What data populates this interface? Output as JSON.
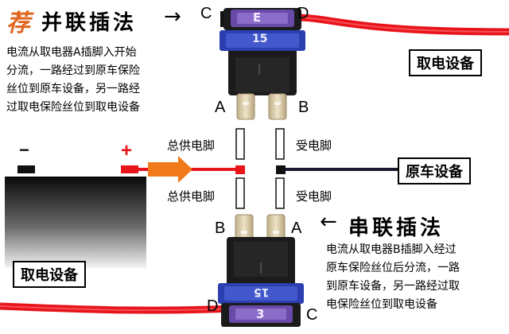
{
  "top": {
    "recommend_char": "荐",
    "title": "并联插法",
    "arrow": "→",
    "desc_lines": [
      "电流从取电器A插脚入开始",
      "分流，一路经过到原车保险",
      "丝位到原车设备，另一路经",
      "过取电保险丝位到取电设备"
    ],
    "device_label": "取电设备",
    "fuse_top_text": "E",
    "fuse_bottom_text": "15",
    "letter_c": "C",
    "letter_d": "D",
    "letter_a": "A",
    "letter_b": "B"
  },
  "middle": {
    "label_supply_top": "总供电脚",
    "label_receive_top": "受电脚",
    "label_supply_bottom": "总供电脚",
    "label_receive_bottom": "受电脚",
    "original_device_label": "原车设备",
    "minus": "−",
    "plus": "+"
  },
  "bottom": {
    "title": "串联插法",
    "arrow": "←",
    "desc_lines": [
      "电流从取电器B插脚入经过",
      "原车保险丝位后分流，一路",
      "到原车设备，另一路经过取",
      "电保险丝位到取电设备"
    ],
    "device_label": "取电设备",
    "fuse_top_text": "15",
    "fuse_bottom_text": "3",
    "letter_b": "B",
    "letter_a": "A",
    "letter_d": "D",
    "letter_c": "C"
  },
  "colors": {
    "wire_red": "#e8141c",
    "wire_dark": "#1e1a2e",
    "arrow_orange": "#f07a1a",
    "fuse_purple": "#6a4aa8",
    "fuse_blue": "#2b3fb0",
    "holder_black": "#1b1b1b",
    "pin_metal": "#d8c9a8",
    "recommend_orange": "#e0661f"
  }
}
